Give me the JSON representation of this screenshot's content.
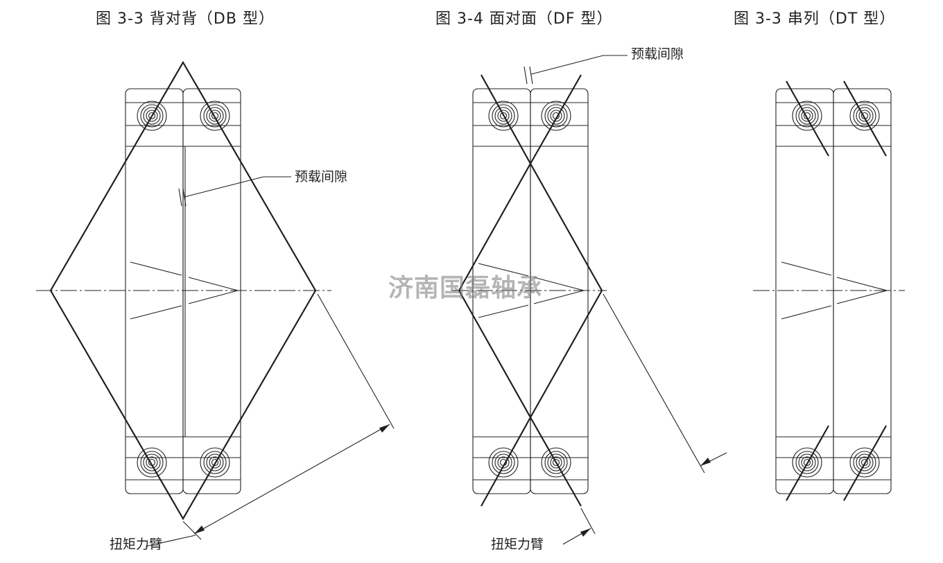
{
  "figures": [
    {
      "id": "db",
      "title": "图  3-3 背对背（DB 型）"
    },
    {
      "id": "df",
      "title": "图  3-4 面对面（DF 型）"
    },
    {
      "id": "dt",
      "title": "图  3-3 串列（DT 型）"
    }
  ],
  "labels": {
    "preload_gap": "预载间隙",
    "torque_arm": "扭矩力臂"
  },
  "watermark": "济南国磊轴承",
  "colors": {
    "line": "#231f20",
    "watermark": "#787878"
  }
}
